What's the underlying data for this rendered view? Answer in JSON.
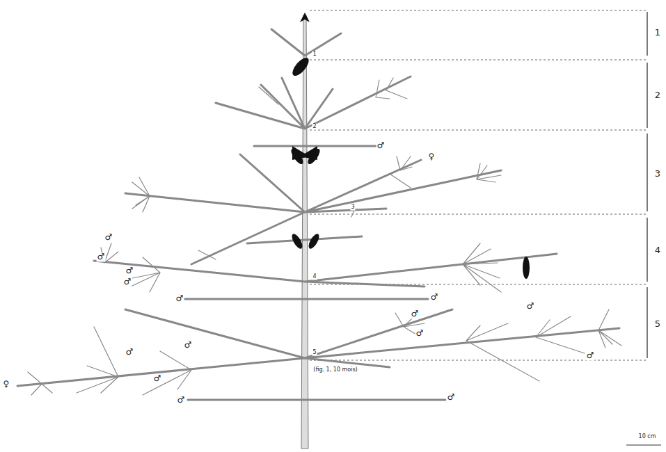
{
  "diagram": {
    "labels": [
      "1",
      "2",
      "3",
      "4",
      "5",
      "1",
      "2",
      "3",
      "4",
      "5",
      "(fig. 1, 10 mois)",
      "♀",
      "♀",
      "♂",
      "♂",
      "♂",
      "♂",
      "♂",
      "♂",
      "♂",
      "♂",
      "♂",
      "♂",
      "♂",
      "♂",
      "♂",
      "♂",
      "♂",
      "♂",
      "10 cm"
    ]
  }
}
